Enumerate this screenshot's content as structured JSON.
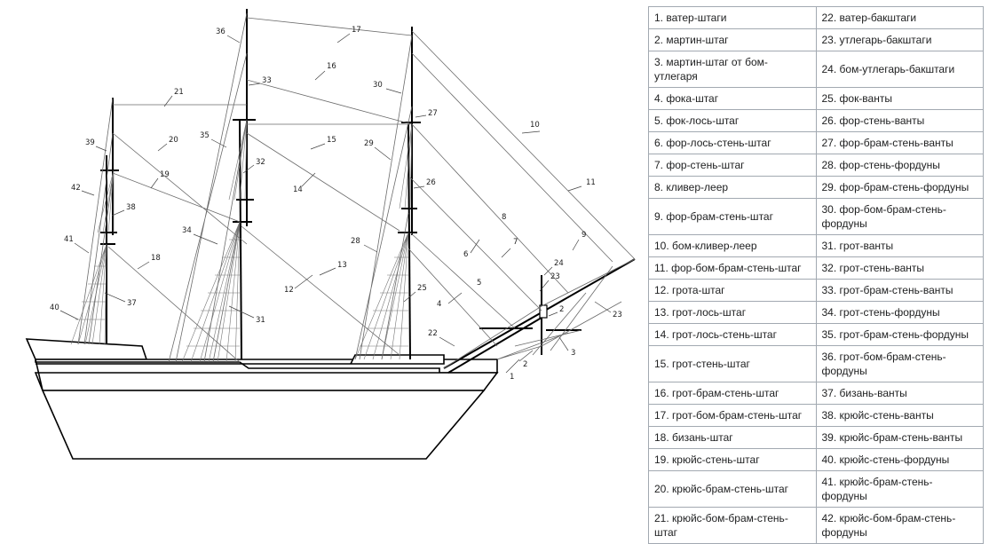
{
  "diagram": {
    "labels": [
      "1",
      "2",
      "3",
      "4",
      "5",
      "6",
      "7",
      "8",
      "9",
      "10",
      "11",
      "12",
      "13",
      "14",
      "15",
      "16",
      "17",
      "18",
      "19",
      "20",
      "21",
      "22",
      "23",
      "24",
      "25",
      "26",
      "27",
      "28",
      "29",
      "30",
      "31",
      "32",
      "33",
      "34",
      "35",
      "36",
      "37",
      "38",
      "39",
      "40",
      "41",
      "42"
    ],
    "extra_labels": [
      "2",
      "23"
    ]
  },
  "legend": {
    "rows": [
      [
        "1. ватер-штаги",
        "22. ватер-бакштаги"
      ],
      [
        "2. мартин-штаг",
        "23. утлегарь-бакштаги"
      ],
      [
        "3. мартин-штаг от бом-утлегаря",
        "24. бом-утлегарь-бакштаги"
      ],
      [
        "4. фока-штаг",
        "25. фок-ванты"
      ],
      [
        "5. фок-лось-штаг",
        "26. фор-стень-ванты"
      ],
      [
        "6. фор-лось-стень-штаг",
        "27. фор-брам-стень-ванты"
      ],
      [
        "7. фор-стень-штаг",
        "28. фор-стень-фордуны"
      ],
      [
        "8. кливер-леер",
        "29. фор-брам-стень-фордуны"
      ],
      [
        "9. фор-брам-стень-штаг",
        "30. фор-бом-брам-стень-фордуны"
      ],
      [
        "10. бом-кливер-леер",
        "31. грот-ванты"
      ],
      [
        "11. фор-бом-брам-стень-штаг",
        "32. грот-стень-ванты"
      ],
      [
        "12. грота-штаг",
        "33. грот-брам-стень-ванты"
      ],
      [
        "13. грот-лось-штаг",
        "34. грот-стень-фордуны"
      ],
      [
        "14. грот-лось-стень-штаг",
        "35. грот-брам-стень-фордуны"
      ],
      [
        "15. грот-стень-штаг",
        "36. грот-бом-брам-стень-фордуны"
      ],
      [
        "16. грот-брам-стень-штаг",
        "37. бизань-ванты"
      ],
      [
        "17. грот-бом-брам-стень-штаг",
        "38. крюйс-стень-ванты"
      ],
      [
        "18. бизань-штаг",
        "39. крюйс-брам-стень-ванты"
      ],
      [
        "19. крюйс-стень-штаг",
        "40. крюйс-стень-фордуны"
      ],
      [
        "20. крюйс-брам-стень-штаг",
        "41. крюйс-брам-стень-фордуны"
      ],
      [
        "21. крюйс-бом-брам-стень-штаг",
        "42. крюйс-бом-брам-стень-фордуны"
      ]
    ]
  }
}
